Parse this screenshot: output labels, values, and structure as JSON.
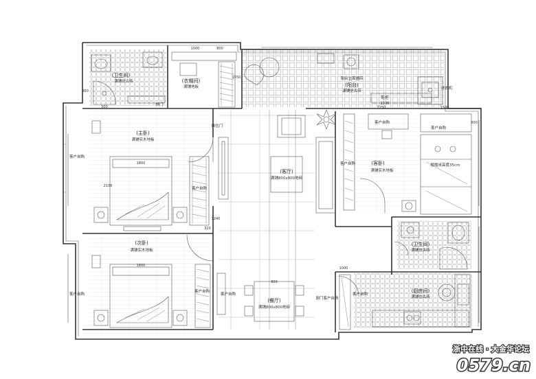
{
  "rooms": {
    "bathroom_master": {
      "name": "(卫生间)",
      "note": "满铺仿古砖"
    },
    "cloakroom": {
      "name": "(衣帽间)",
      "note": "满铺地板"
    },
    "master_bedroom": {
      "name": "(主卧)",
      "note": "满铺实木地板"
    },
    "living_room": {
      "name": "(客厅)",
      "note": "满铺800x800地砖"
    },
    "guest_bedroom": {
      "name": "(客卧)",
      "note": "满铺实木地板"
    },
    "balcony": {
      "name": "(阳台)",
      "note": "满铺仿古砖"
    },
    "second_bedroom": {
      "name": "(次卧)",
      "note": "满铺实木地板"
    },
    "dining_room": {
      "name": "(餐厅)",
      "note": "满铺800x800地砖"
    },
    "bathroom_guest": {
      "name": "(卫生间)",
      "note": "满铺仿古砖"
    },
    "kitchen": {
      "name": "(厨房间)",
      "note": "满铺仿古砖"
    }
  },
  "labels": {
    "custom_wardrobe": "客户自购",
    "tatami": "榻榻米高度35cm",
    "shoe_cabinet": "鞋柜",
    "wash_machine": "洗衣机",
    "sliding_door": "推拉门",
    "sliding_door_short": "移门",
    "kitchen_door": "厨门客户自购",
    "balcony_note": "阳台立面墙砖"
  },
  "dimensions": {
    "d1000": "1000",
    "d800": "800",
    "d1800a": "1800",
    "d1800b": "1800",
    "d2100": "2100",
    "d2250": "2250",
    "d1500": "1500",
    "d1550": "1550",
    "d1330": "1330",
    "d860": "860",
    "d500": "500",
    "d600": "600",
    "d1240": "1240",
    "d320": "320",
    "d800b": "800",
    "d1000b": "1000"
  },
  "watermark": {
    "line1": "浙中在线 · 大金华论坛",
    "line2": "0579.cn"
  }
}
